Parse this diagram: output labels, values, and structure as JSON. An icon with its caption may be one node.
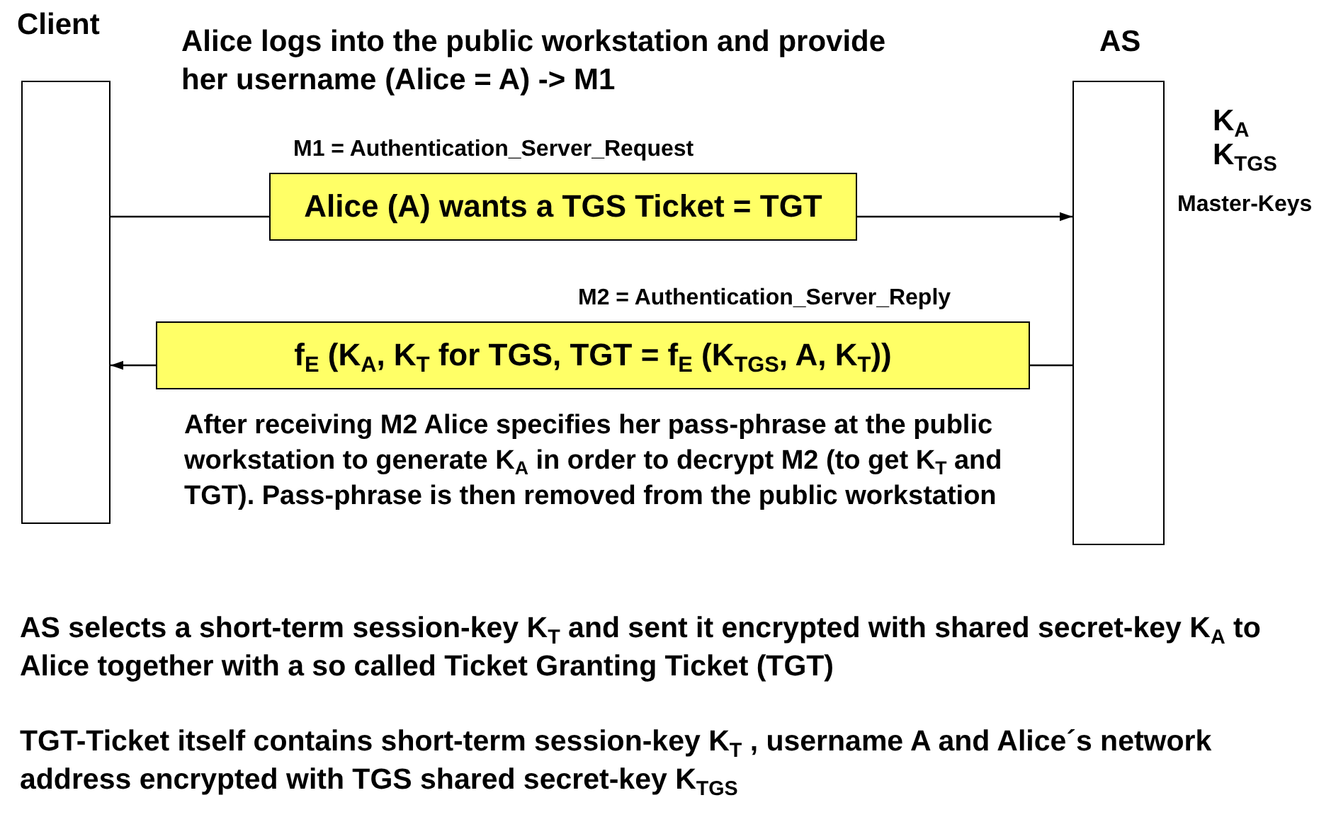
{
  "diagram": {
    "nodes": [
      {
        "text": [
          "Client"
        ]
      },
      {
        "text": [
          "AS"
        ],
        "beside": [
          "K$_{A}$",
          "K$_{TGS}$",
          "Master-Keys"
        ]
      }
    ],
    "edges": [
      {
        "from": 0,
        "to": 1,
        "arrow": "to",
        "label": "Alice (A) wants a TGS Ticket = TGT"
      },
      {
        "from": 1,
        "to": 0,
        "arrow": "to",
        "label": "f$_{E}$ (K$_{A}$, K$_{T}$ for TGS, TGT = f$_{E}$ (K$_{TGS}$, A, K$_{T}$))"
      }
    ],
    "labels": [
      "Alice logs into the public workstation and provide her username (Alice = A) -> M1",
      "M1 = Authentication_Server_Request",
      "M2 = Authentication_Server_Reply",
      "After receiving M2 Alice specifies her pass-phrase at the public workstation to generate K$_{A}$ in order to decrypt M2 (to get K$_{T}$ and TGT). Pass-phrase is then removed from the public workstation",
      "AS selects a short-term session-key K$_{T}$ and sent it encrypted with shared secret-key K$_{A}$ to Alice together with a so called Ticket Granting Ticket (TGT)",
      "TGT-Ticket itself contains short-term session-key K$_{T}$ , username A and Alice´s network address encrypted with TGS shared secret-key K$_{TGS}$"
    ]
  }
}
